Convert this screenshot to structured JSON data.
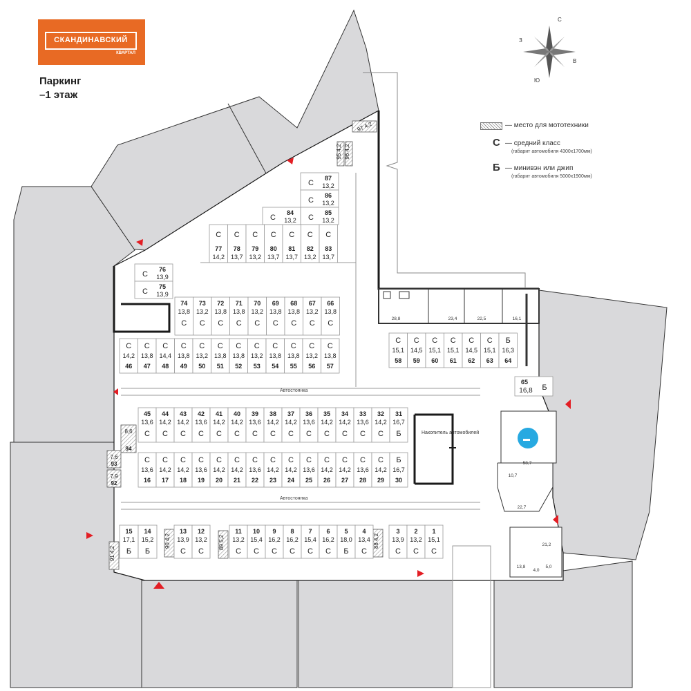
{
  "logo": {
    "name": "СКАНДИНАВСКИЙ",
    "sub": "КВАРТАЛ"
  },
  "title": {
    "line1": "Паркинг",
    "line2": "–1 этаж"
  },
  "compass": {
    "n": "С",
    "s": "Ю",
    "e": "В",
    "w": "З"
  },
  "legend": {
    "moto": "— место для мототехники",
    "c_letter": "С",
    "c_text": "— средний класс",
    "c_note": "(габарит автомобиля 4300x1700мм)",
    "b_letter": "Б",
    "b_text": "— минивэн или джип",
    "b_note": "(габарит автомобиля 5000x1900мм)"
  },
  "labels": {
    "driveway": "Автостоянка",
    "storage": "Накопитель автомобилей"
  },
  "spots": [
    {
      "n": "87",
      "a": "13,2",
      "c": "С"
    },
    {
      "n": "86",
      "a": "13,2",
      "c": "С"
    },
    {
      "n": "85",
      "a": "13,2",
      "c": "С"
    },
    {
      "n": "84",
      "a": "13,2",
      "c": "С"
    },
    {
      "n": "77",
      "a": "14,2",
      "c": "С"
    },
    {
      "n": "78",
      "a": "13,7",
      "c": "С"
    },
    {
      "n": "79",
      "a": "13,2",
      "c": "С"
    },
    {
      "n": "80",
      "a": "13,7",
      "c": "С"
    },
    {
      "n": "81",
      "a": "13,7",
      "c": "С"
    },
    {
      "n": "82",
      "a": "13,2",
      "c": "С"
    },
    {
      "n": "83",
      "a": "13,7",
      "c": "С"
    },
    {
      "n": "76",
      "a": "13,9",
      "c": "С"
    },
    {
      "n": "75",
      "a": "13,9",
      "c": "С"
    },
    {
      "n": "74",
      "a": "13,8",
      "c": "С"
    },
    {
      "n": "73",
      "a": "13,2",
      "c": "С"
    },
    {
      "n": "72",
      "a": "13,8",
      "c": "С"
    },
    {
      "n": "71",
      "a": "13,8",
      "c": "С"
    },
    {
      "n": "70",
      "a": "13,2",
      "c": "С"
    },
    {
      "n": "69",
      "a": "13,8",
      "c": "С"
    },
    {
      "n": "68",
      "a": "13,8",
      "c": "С"
    },
    {
      "n": "67",
      "a": "13,2",
      "c": "С"
    },
    {
      "n": "66",
      "a": "13,8",
      "c": "С"
    },
    {
      "n": "46",
      "a": "14,2",
      "c": "С"
    },
    {
      "n": "47",
      "a": "13,8",
      "c": "С"
    },
    {
      "n": "48",
      "a": "14,4",
      "c": "С"
    },
    {
      "n": "49",
      "a": "13,8",
      "c": "С"
    },
    {
      "n": "50",
      "a": "13,2",
      "c": "С"
    },
    {
      "n": "51",
      "a": "13,8",
      "c": "С"
    },
    {
      "n": "52",
      "a": "13,8",
      "c": "С"
    },
    {
      "n": "53",
      "a": "13,2",
      "c": "С"
    },
    {
      "n": "54",
      "a": "13,8",
      "c": "С"
    },
    {
      "n": "55",
      "a": "13,8",
      "c": "С"
    },
    {
      "n": "56",
      "a": "13,2",
      "c": "С"
    },
    {
      "n": "57",
      "a": "13,8",
      "c": "С"
    },
    {
      "n": "58",
      "a": "15,1",
      "c": "С"
    },
    {
      "n": "59",
      "a": "14,5",
      "c": "С"
    },
    {
      "n": "60",
      "a": "15,1",
      "c": "С"
    },
    {
      "n": "61",
      "a": "15,1",
      "c": "С"
    },
    {
      "n": "62",
      "a": "14,5",
      "c": "С"
    },
    {
      "n": "63",
      "a": "15,1",
      "c": "С"
    },
    {
      "n": "64",
      "a": "16,3",
      "c": "Б"
    },
    {
      "n": "65",
      "a": "16,8",
      "c": "Б"
    },
    {
      "n": "45",
      "a": "13,6",
      "c": "С"
    },
    {
      "n": "44",
      "a": "14,2",
      "c": "С"
    },
    {
      "n": "43",
      "a": "14,2",
      "c": "С"
    },
    {
      "n": "42",
      "a": "13,6",
      "c": "С"
    },
    {
      "n": "41",
      "a": "14,2",
      "c": "С"
    },
    {
      "n": "40",
      "a": "14,2",
      "c": "С"
    },
    {
      "n": "39",
      "a": "13,6",
      "c": "С"
    },
    {
      "n": "38",
      "a": "14,2",
      "c": "С"
    },
    {
      "n": "37",
      "a": "14,2",
      "c": "С"
    },
    {
      "n": "36",
      "a": "13,6",
      "c": "С"
    },
    {
      "n": "35",
      "a": "14,2",
      "c": "С"
    },
    {
      "n": "34",
      "a": "14,2",
      "c": "С"
    },
    {
      "n": "33",
      "a": "13,6",
      "c": "С"
    },
    {
      "n": "32",
      "a": "14,2",
      "c": "С"
    },
    {
      "n": "31",
      "a": "16,7",
      "c": "Б"
    },
    {
      "n": "16",
      "a": "13,6",
      "c": "С"
    },
    {
      "n": "17",
      "a": "14,2",
      "c": "С"
    },
    {
      "n": "18",
      "a": "14,2",
      "c": "С"
    },
    {
      "n": "19",
      "a": "13,6",
      "c": "С"
    },
    {
      "n": "20",
      "a": "14,2",
      "c": "С"
    },
    {
      "n": "21",
      "a": "14,2",
      "c": "С"
    },
    {
      "n": "22",
      "a": "13,6",
      "c": "С"
    },
    {
      "n": "23",
      "a": "14,2",
      "c": "С"
    },
    {
      "n": "24",
      "a": "14,2",
      "c": "С"
    },
    {
      "n": "25",
      "a": "13,6",
      "c": "С"
    },
    {
      "n": "26",
      "a": "14,2",
      "c": "С"
    },
    {
      "n": "27",
      "a": "14,2",
      "c": "С"
    },
    {
      "n": "28",
      "a": "13,6",
      "c": "С"
    },
    {
      "n": "29",
      "a": "14,2",
      "c": "С"
    },
    {
      "n": "30",
      "a": "16,7",
      "c": "Б"
    },
    {
      "n": "15",
      "a": "17,1",
      "c": "Б"
    },
    {
      "n": "14",
      "a": "15,2",
      "c": "Б"
    },
    {
      "n": "13",
      "a": "13,9",
      "c": "С"
    },
    {
      "n": "12",
      "a": "13,2",
      "c": "С"
    },
    {
      "n": "11",
      "a": "13,2",
      "c": "С"
    },
    {
      "n": "10",
      "a": "15,4",
      "c": "С"
    },
    {
      "n": "9",
      "a": "16,2",
      "c": "С"
    },
    {
      "n": "8",
      "a": "16,2",
      "c": "С"
    },
    {
      "n": "7",
      "a": "15,4",
      "c": "С"
    },
    {
      "n": "6",
      "a": "16,2",
      "c": "С"
    },
    {
      "n": "5",
      "a": "18,0",
      "c": "Б"
    },
    {
      "n": "4",
      "a": "13,4",
      "c": "С"
    },
    {
      "n": "3",
      "a": "13,9",
      "c": "С"
    },
    {
      "n": "2",
      "a": "13,2",
      "c": "С"
    },
    {
      "n": "1",
      "a": "15,1",
      "c": "С"
    }
  ],
  "moto": [
    {
      "n": "97",
      "a": "4,2"
    },
    {
      "n": "95",
      "a": "4,2"
    },
    {
      "n": "96",
      "a": "4,2"
    },
    {
      "n": "94",
      "a": "8,6"
    },
    {
      "n": "93",
      "a": "7,6"
    },
    {
      "n": "92",
      "a": "7,9"
    },
    {
      "n": "91",
      "a": "4,2"
    },
    {
      "n": "90",
      "a": "4,2"
    },
    {
      "n": "89",
      "a": "5,2"
    },
    {
      "n": "88",
      "a": "4,2"
    }
  ],
  "rooms": [
    "28,8",
    "23,4",
    "22,5",
    "16,1",
    "58,7",
    "10,7",
    "22,7",
    "21,2",
    "13,8",
    "4,0",
    "5,0"
  ],
  "colors": {
    "building": "#d9d9db",
    "wall": "#1a1a1a",
    "accent": "#e86a24",
    "arrow": "#e31e24",
    "icon": "#27a9e1"
  }
}
